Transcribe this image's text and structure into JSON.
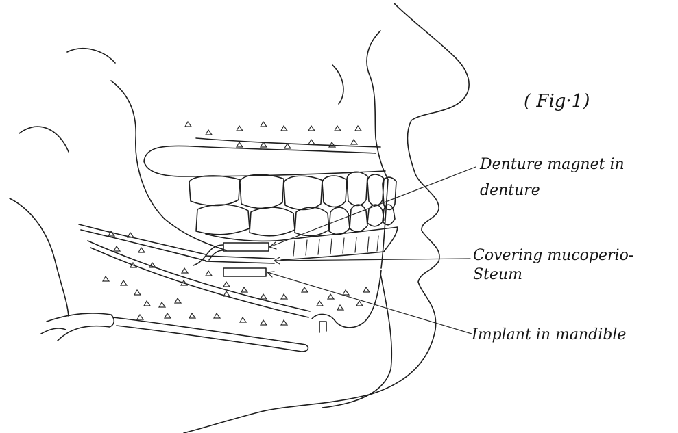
{
  "figure": {
    "label": "( Fig·1)"
  },
  "labels": {
    "denture_magnet": [
      "Denture magnet in",
      "denture"
    ],
    "covering": [
      "Covering mucoperio-",
      "Steum"
    ],
    "implant": "Implant in mandible"
  }
}
